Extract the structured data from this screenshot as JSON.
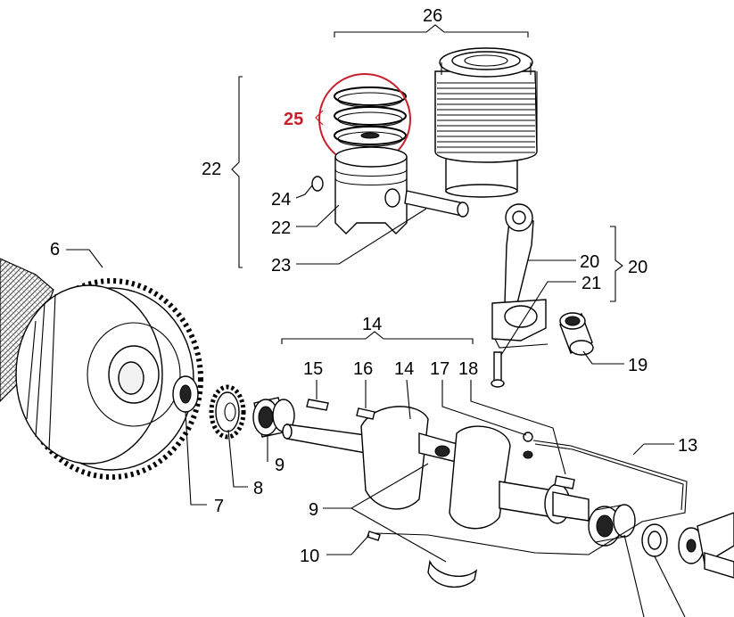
{
  "callouts": {
    "c26": "26",
    "c25": "25",
    "c22_group": "22",
    "c24": "24",
    "c22": "22",
    "c23": "23",
    "c20_part": "20",
    "c20_group": "20",
    "c21": "21",
    "c6": "6",
    "c14_group": "14",
    "c15": "15",
    "c16": "16",
    "c14": "14",
    "c17": "17",
    "c18": "18",
    "c19": "19",
    "c13": "13",
    "c9_right": "9",
    "c8": "8",
    "c7": "7",
    "c9_left": "9",
    "c10": "10"
  },
  "colors": {
    "highlight": "#c8202a",
    "line": "#000000",
    "background": "#ffffff"
  }
}
